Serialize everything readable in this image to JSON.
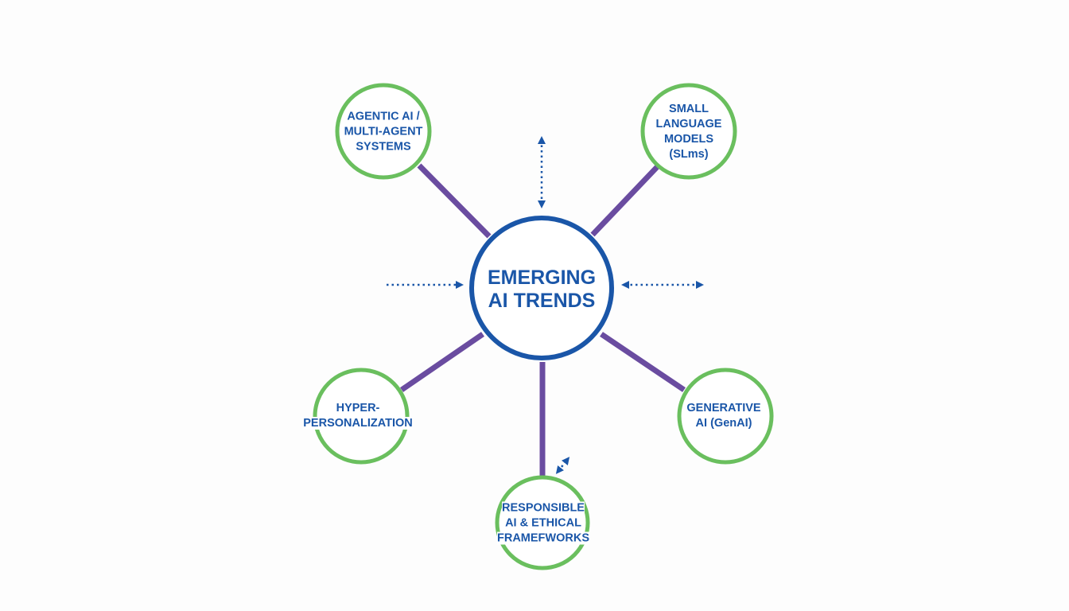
{
  "title": "EMERGING\nAI TRENDS",
  "nodes": {
    "agentic": "AGENTIC AI /\nMULTI-AGENT\nSYSTEMS",
    "slm": "SMALL\nLANGUAGE\nMODELS\n(SLms)",
    "hyper": "HYPER-\nPERSONALIZATION",
    "genai": "GENERATIVE\nAI (GenAI)",
    "responsible": "RESPONSIBLE\nAI & ETHICAL\nFRAMEFWORKS"
  },
  "colors": {
    "center": "#1a56a8",
    "node": "#6abf5e",
    "connector": "#6a4ca0",
    "text": "#1a56a8"
  }
}
